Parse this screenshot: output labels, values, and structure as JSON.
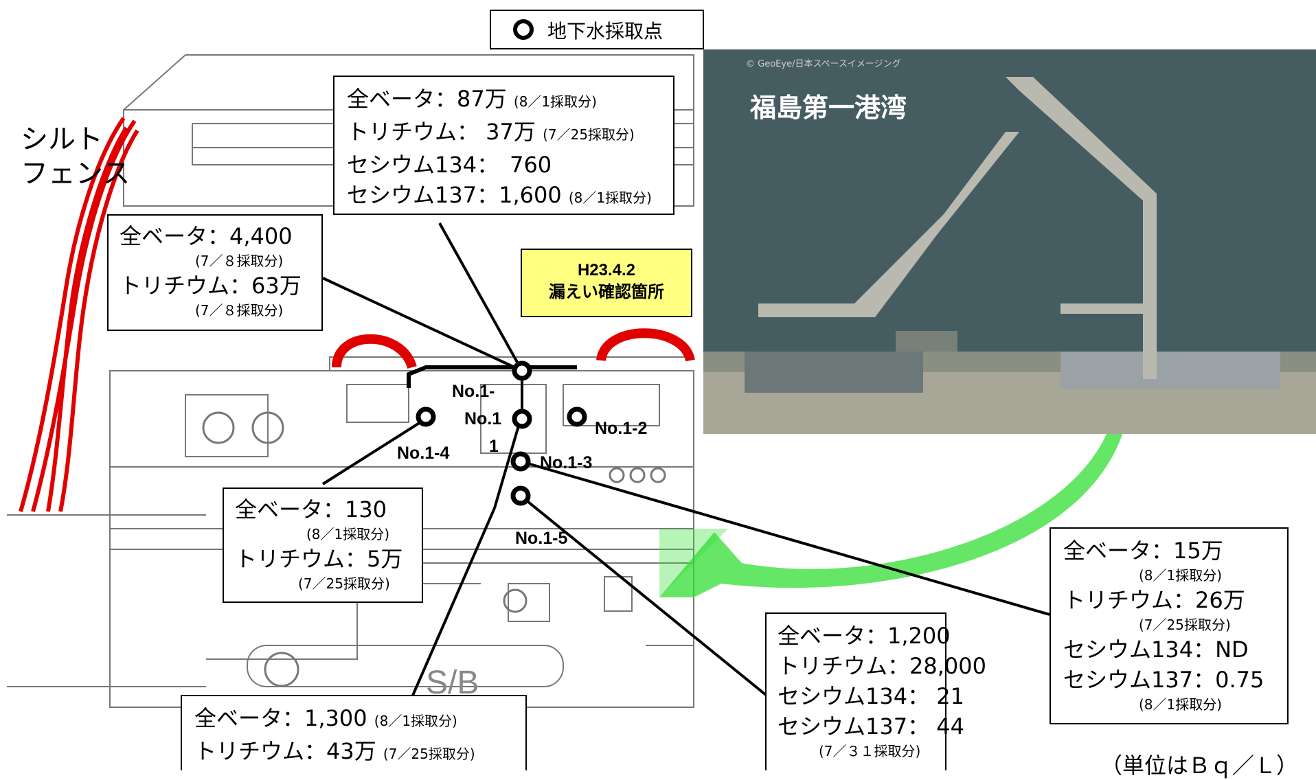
{
  "legend": {
    "label": "地下水採取点"
  },
  "photo": {
    "title": "福島第一港湾",
    "credit": "© GeoEye/日本スペースイメージング"
  },
  "side_label": [
    "シルト",
    "フェンス"
  ],
  "callout": {
    "date": "H23.4.2",
    "text": "漏えい確認箇所"
  },
  "points": [
    {
      "id": "No.1-1a",
      "label": "No.1-"
    },
    {
      "id": "No.1-1b",
      "label": "No.1"
    },
    {
      "id": "No.1-1c",
      "label": "1"
    },
    {
      "id": "No.1-2",
      "label": "No.1-2"
    },
    {
      "id": "No.1-3",
      "label": "No.1-3"
    },
    {
      "id": "No.1-4",
      "label": "No.1-4"
    },
    {
      "id": "No.1-5",
      "label": "No.1-5"
    }
  ],
  "boxes": {
    "no1_1": {
      "beta": "全ベータ：87万",
      "beta_note": "(8／1採取分)",
      "tritium": "トリチウム： 37万",
      "tritium_note": "(7／25採取分)",
      "cs134": "セシウム134：　760",
      "cs137": "セシウム137：1,600",
      "cs137_note": "(8／1採取分)"
    },
    "no1_2": {
      "beta": "全ベータ：4,400",
      "beta_note": "(7／８採取分)",
      "tritium": "トリチウム：63万",
      "tritium_note": "(7／８採取分)"
    },
    "no1_4": {
      "beta": "全ベータ：130",
      "beta_note": "(8／1採取分)",
      "tritium": "トリチウム：5万",
      "tritium_note": "(7／25採取分)"
    },
    "no1_3": {
      "beta": "全ベータ：15万",
      "beta_note": "(8／1採取分)",
      "tritium": "トリチウム：26万",
      "tritium_note": "(7／25採取分)",
      "cs134": "セシウム134：ND",
      "cs137": "セシウム137：0.75",
      "cs137_note": "(8／1採取分)"
    },
    "no1_5": {
      "beta": "全ベータ：1,200",
      "tritium": "トリチウム：28,000",
      "cs134": "セシウム134： 21",
      "cs137": "セシウム137： 44",
      "note": "(7／３１採取分)"
    },
    "bottom": {
      "beta": "全ベータ：1,300",
      "beta_note": "(8／1採取分)",
      "tritium": "トリチウム：43万",
      "tritium_note": "(7／25採取分)"
    }
  },
  "unit": "（単位はＢｑ／Ｌ）",
  "colors": {
    "fence": "#e00000",
    "arrow": "#33dd33",
    "callout": "#ffff80",
    "sea": "#3e5458"
  }
}
